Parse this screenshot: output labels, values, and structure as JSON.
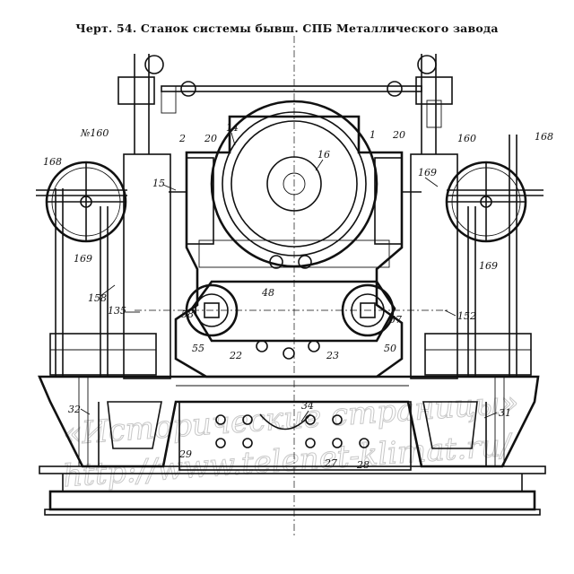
{
  "caption": "Черт. 54. Станок системы бывш. СПБ Металлического завода",
  "watermark": {
    "line1": "«Исторические страницы»",
    "line2": "http://www.telenet-klimat.ru/"
  },
  "callouts": [
    "14",
    "16",
    "1",
    "20",
    "20",
    "2",
    "№160",
    "160",
    "168",
    "168",
    "15",
    "169",
    "169",
    "169",
    "158",
    "135",
    "48",
    "58",
    "57",
    "55",
    "50",
    "22",
    "23",
    "152",
    "32",
    "34",
    "31",
    "29",
    "27",
    "28"
  ]
}
